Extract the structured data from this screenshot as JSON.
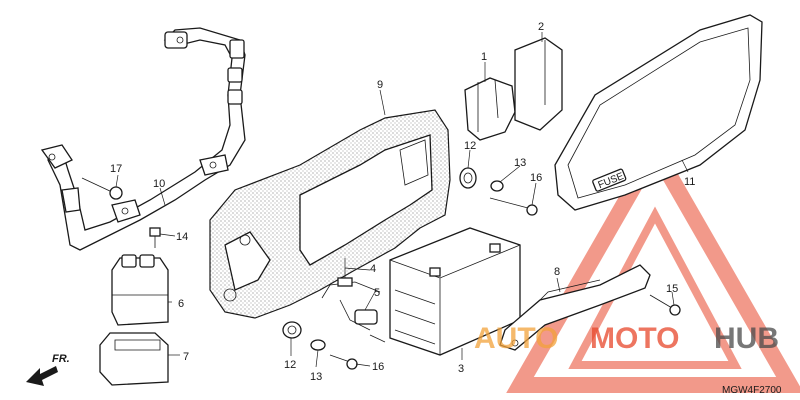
{
  "diagram": {
    "code": "MGW4F2700",
    "direction_label": "FR.",
    "callouts": [
      "1",
      "2",
      "3",
      "4",
      "5",
      "6",
      "7",
      "8",
      "9",
      "10",
      "11",
      "12",
      "12",
      "13",
      "13",
      "14",
      "15",
      "16",
      "16",
      "17"
    ],
    "fuse_label": "FUSE"
  },
  "watermark": {
    "word_auto": "AUTO",
    "word_moto": "MOTO",
    "word_hub": "HUB",
    "accent_color": "#e8472b",
    "secondary_color": "#f2a23a",
    "dark_color": "#4a4a4a"
  }
}
